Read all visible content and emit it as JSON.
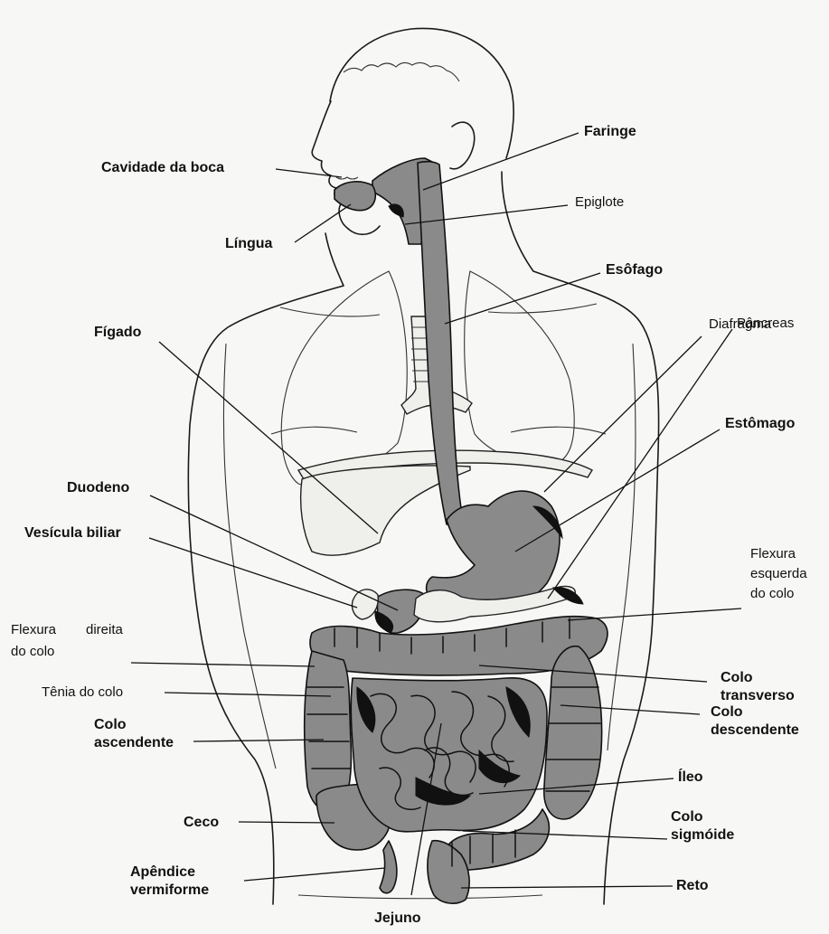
{
  "labels": {
    "cavidade_boca": "Cavidade da boca",
    "faringe": "Faringe",
    "epiglote": "Epiglote",
    "lingua": "Língua",
    "esofago": "Esôfago",
    "figado": "Fígado",
    "diafragma": "Diafragma",
    "estomago": "Estômago",
    "duodeno": "Duodeno",
    "pancreas": "Pâncreas",
    "vesicula": "Vesícula biliar",
    "flexura_esquerda": "Flexura\nesquerda\ndo colo",
    "flexura_direita_a": "Flexura",
    "flexura_direita_b": "direita",
    "flexura_direita_c": "do colo",
    "colo_transverso": "Colo\ntransverso",
    "tenia": "Tênia do colo",
    "colo_descendente": "Colo\ndescendente",
    "colo_ascendente": "Colo\nascendente",
    "ileo": "Íleo",
    "ceco": "Ceco",
    "colo_sigmoide": "Colo\nsigmóide",
    "apendice": "Apêndice\nvermiforme",
    "reto": "Reto",
    "jejuno": "Jejuno"
  },
  "colors": {
    "organ_fill": "#8a8a8a",
    "outline": "#1a1a1a",
    "background": "#f7f7f5"
  }
}
